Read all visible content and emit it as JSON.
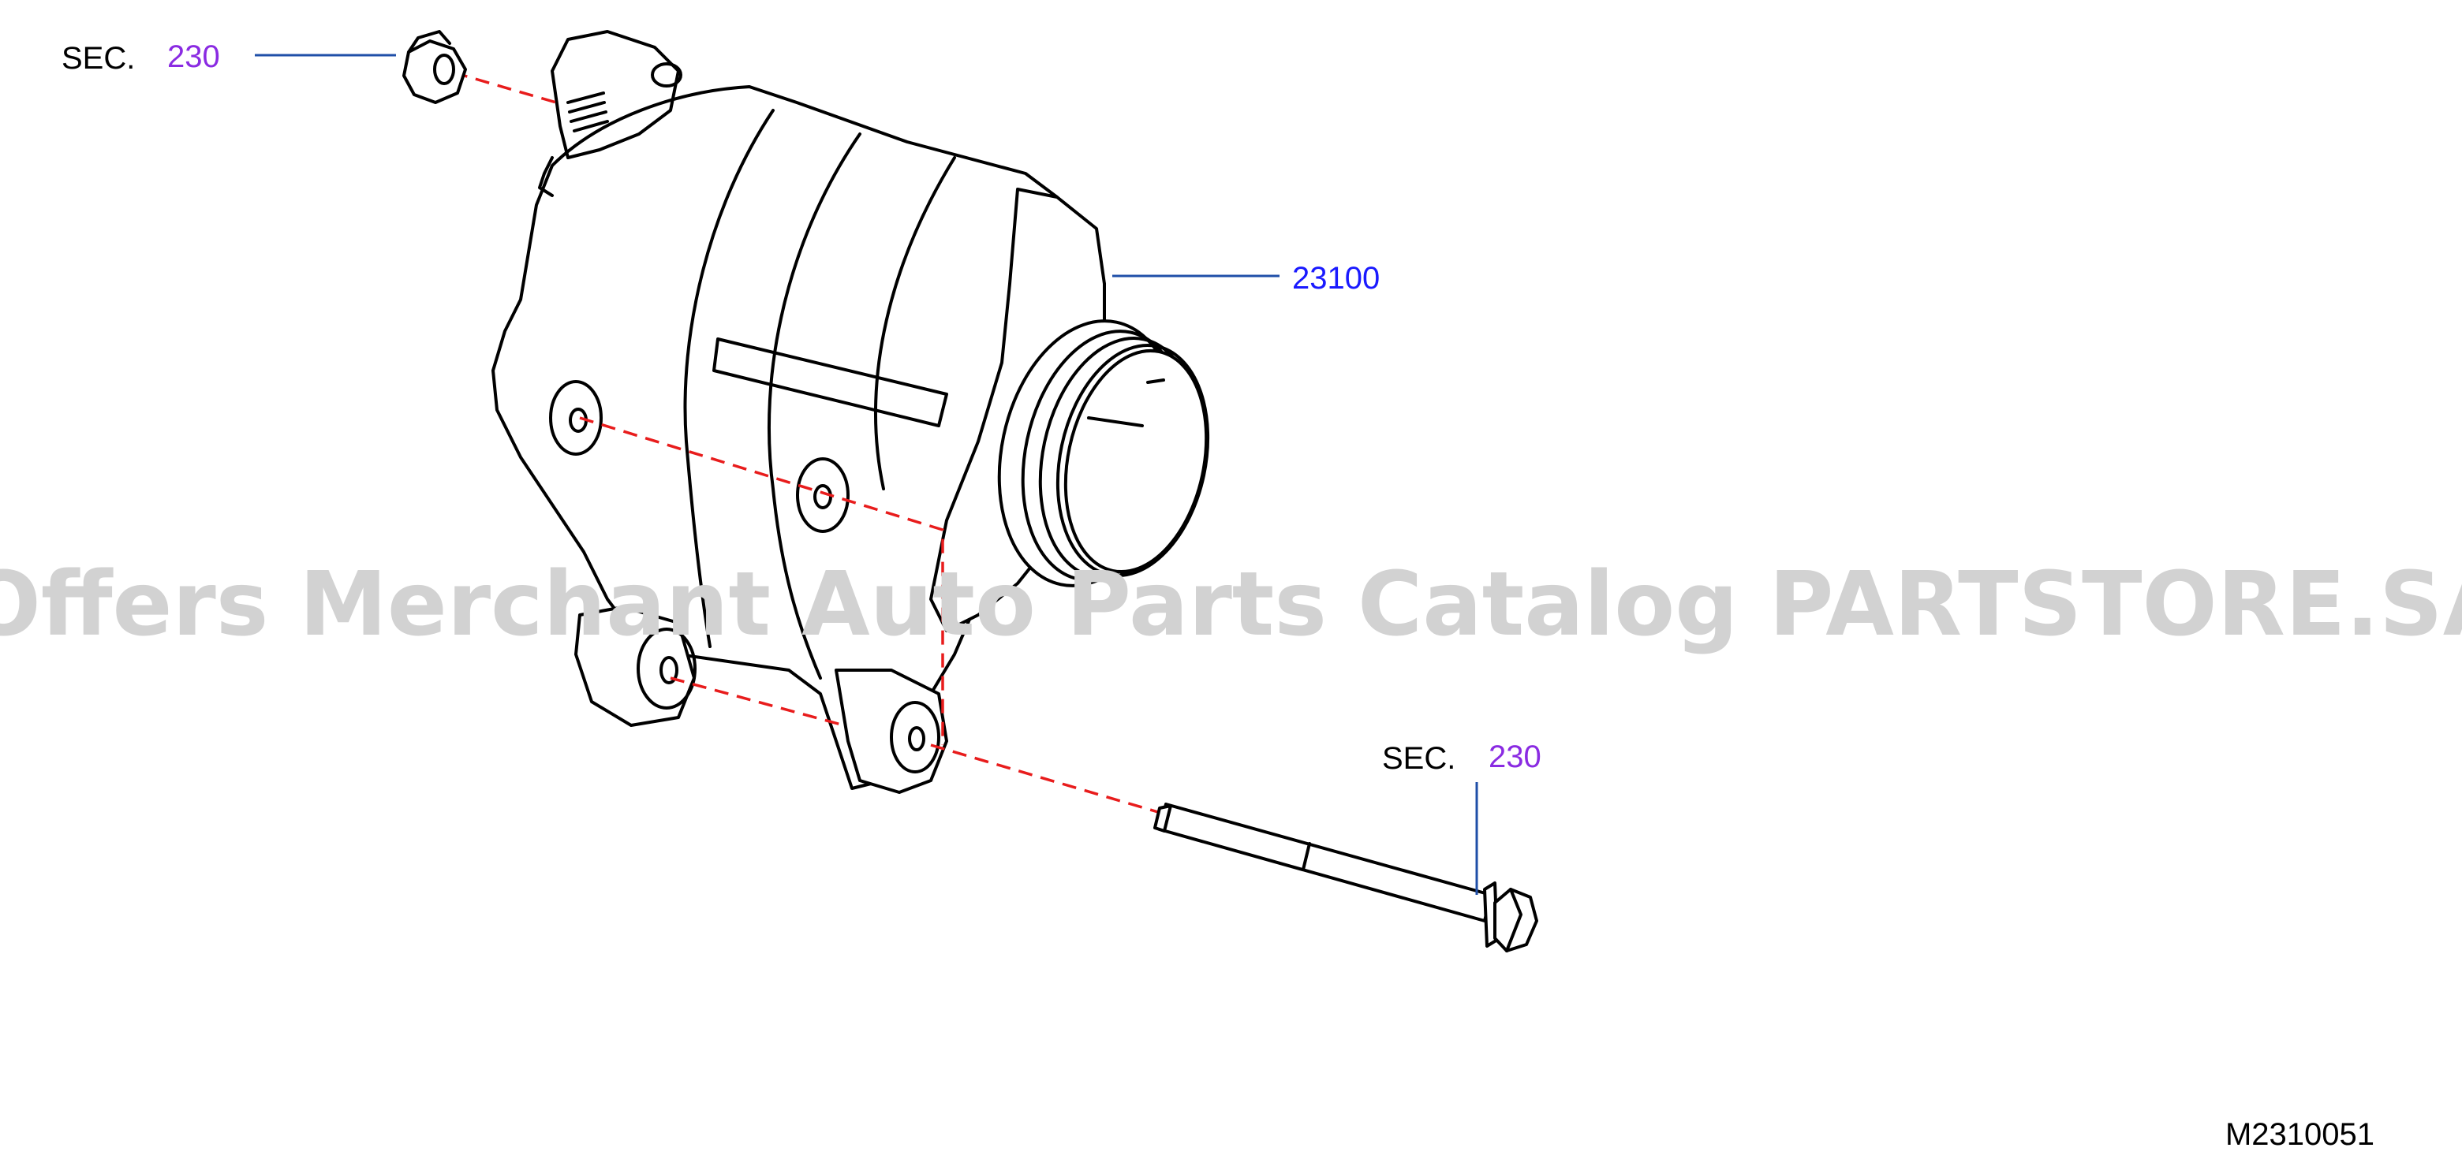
{
  "colors": {
    "leader": "#1f4fa8",
    "section_ref": "#8a2be2",
    "part_number": "#1a1aff",
    "mount_axis": "#e81c1c",
    "watermark": "#d2d2d2",
    "text": "#000000"
  },
  "callouts": {
    "nut": {
      "prefix": "SEC.",
      "ref": "230"
    },
    "alternator": {
      "part_no": "23100"
    },
    "bolt": {
      "prefix": "SEC.",
      "ref": "230"
    }
  },
  "watermark": "Offers Merchant Auto Parts Catalog PARTSTORE.SA",
  "diagram_id": "M2310051",
  "icons": [
    "flange-nut-icon",
    "alternator-icon",
    "flange-bolt-icon"
  ]
}
